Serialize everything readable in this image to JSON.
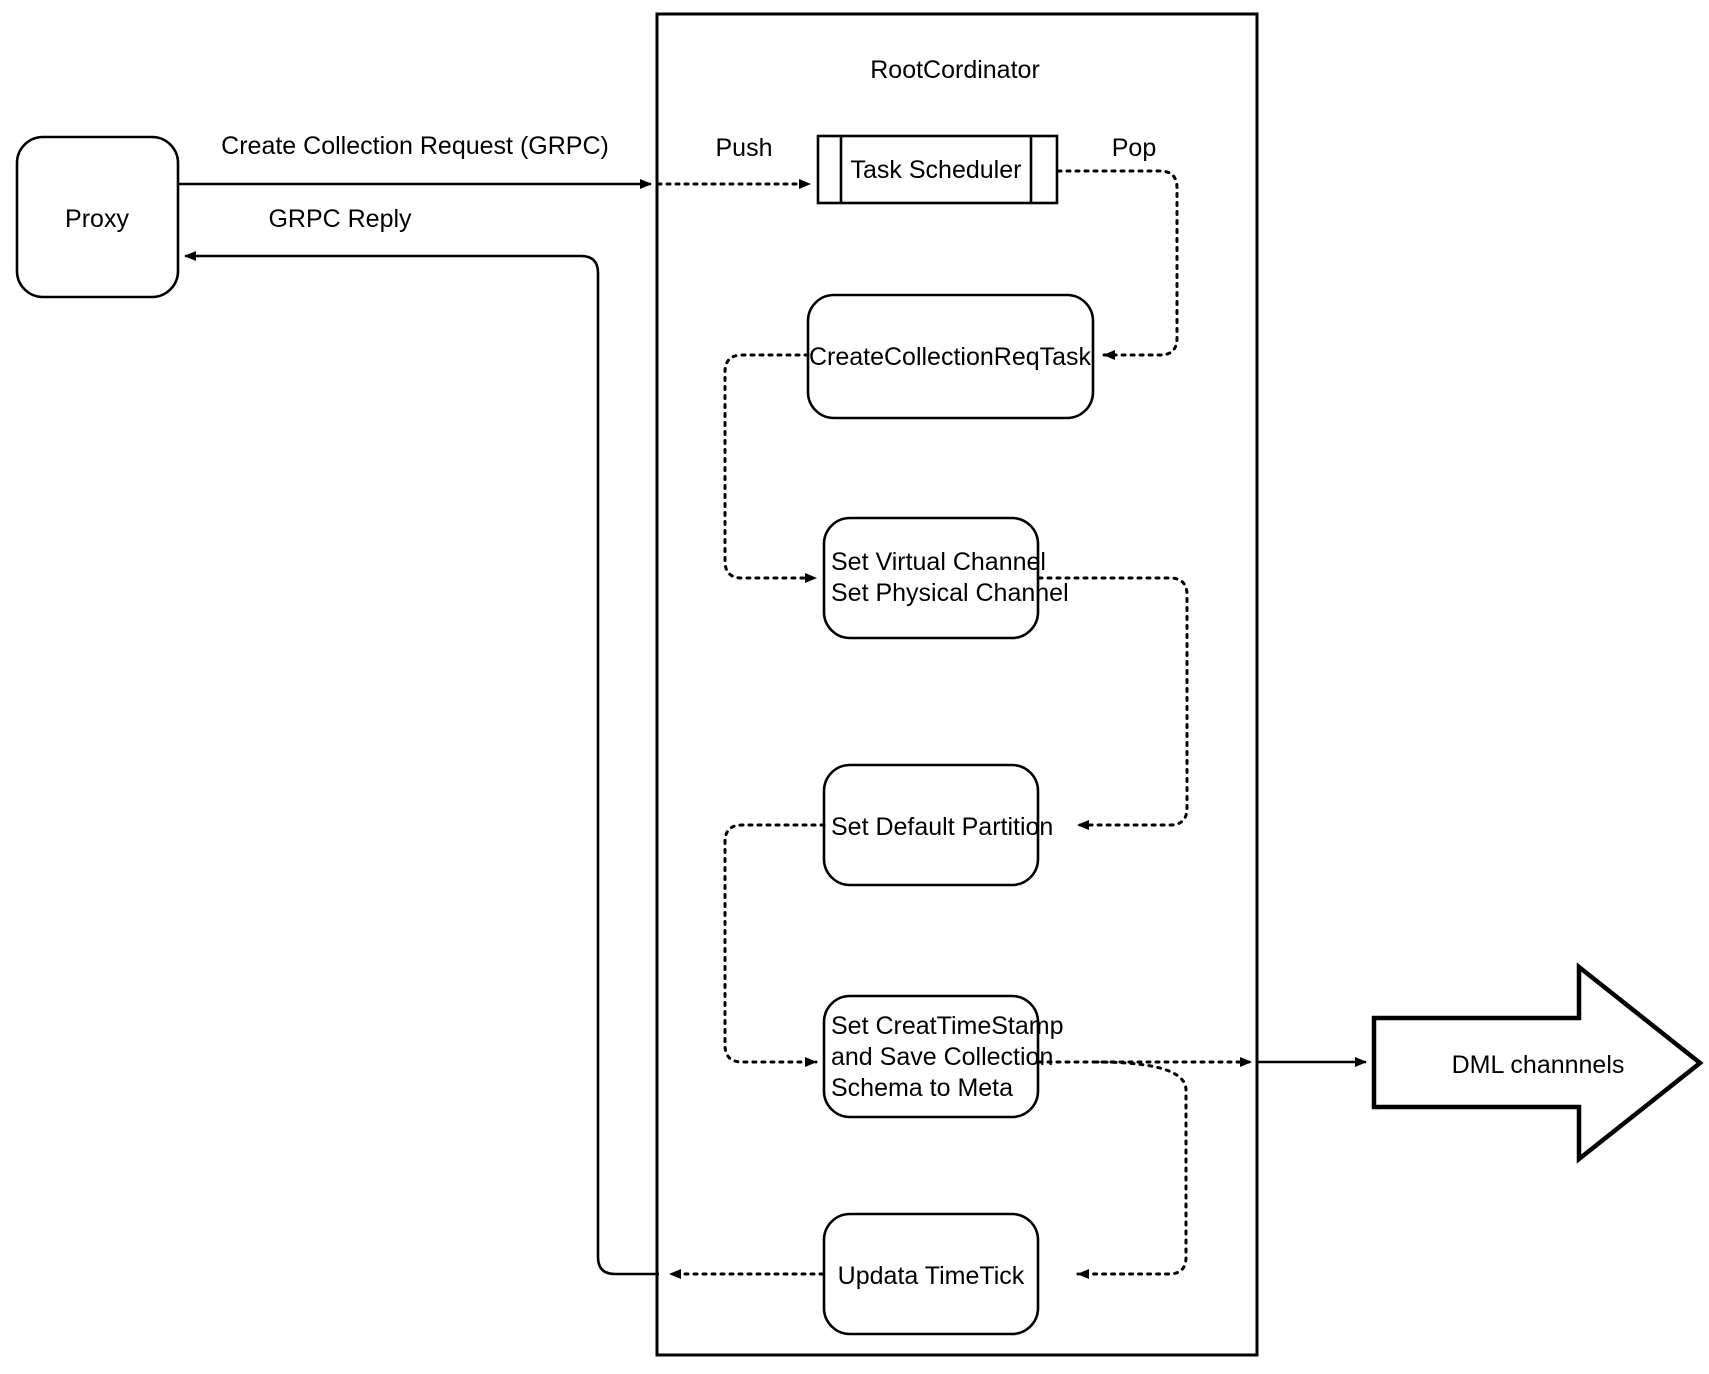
{
  "diagram": {
    "title_visible": "RootCordinator",
    "containers": [
      {
        "name": "root-coordinator",
        "label": "RootCordinator"
      }
    ],
    "nodes": {
      "proxy": {
        "label": "Proxy",
        "shape": "rounded-rect"
      },
      "task_scheduler": {
        "label": "Task Scheduler",
        "shape": "queue-rect"
      },
      "create_collection_req_task": {
        "label": "CreateCollectionReqTask",
        "shape": "rounded-rect"
      },
      "set_channel": {
        "line1": "Set Virtual Channel",
        "line2": "Set Physical Channel",
        "shape": "rounded-rect"
      },
      "set_default_partition": {
        "label": "Set Default Partition",
        "shape": "rounded-rect"
      },
      "set_timestamp": {
        "line1": "Set CreatTimeStamp",
        "line2": "and Save Collection",
        "line3": "Schema to Meta",
        "shape": "rounded-rect"
      },
      "update_timetick": {
        "label": "Updata TimeTick",
        "shape": "rounded-rect"
      },
      "dml_channels": {
        "label": "DML channnels",
        "shape": "block-arrow-right"
      }
    },
    "edge_labels": {
      "create_collection_request": "Create Collection Request (GRPC)",
      "grpc_reply": "GRPC Reply",
      "push": "Push",
      "pop": "Pop"
    },
    "colors": {
      "stroke": "#000000",
      "fill": "#ffffff",
      "text": "#000000"
    }
  }
}
